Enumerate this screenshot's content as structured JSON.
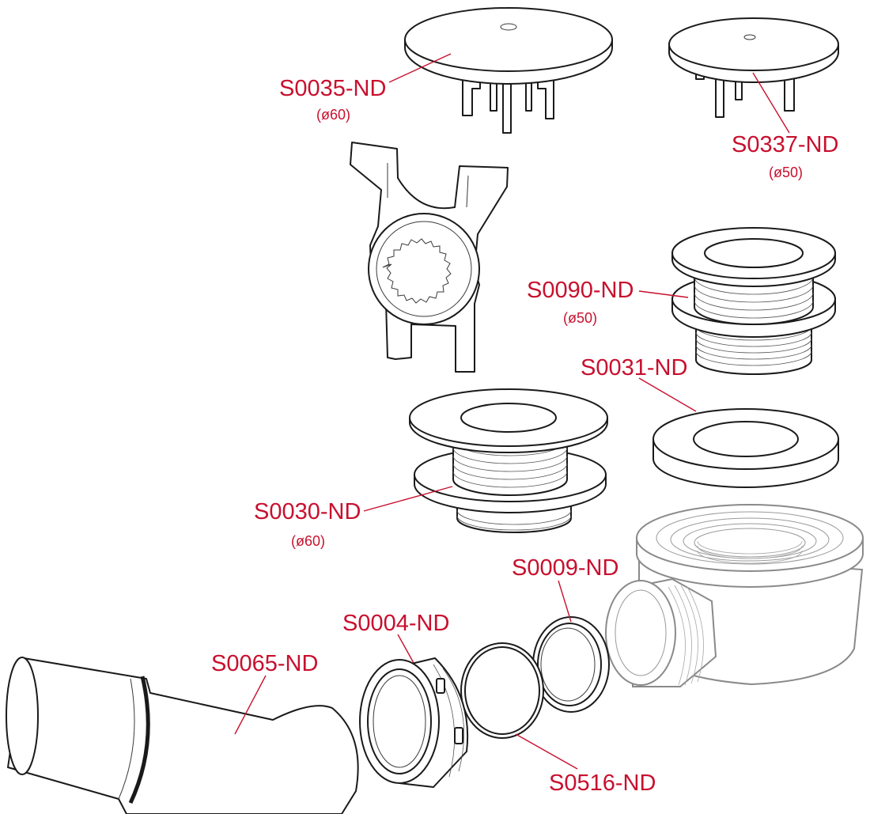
{
  "colors": {
    "label": "#c8102e",
    "line_art": "#1a1a1a",
    "background_art": "#8a8a8a"
  },
  "labels": {
    "s0035": {
      "code": "S0035-ND",
      "diameter": "(ø60)"
    },
    "s0337": {
      "code": "S0337-ND",
      "diameter": "(ø50)"
    },
    "s0090": {
      "code": "S0090-ND",
      "diameter": "(ø50)"
    },
    "s0031": {
      "code": "S0031-ND"
    },
    "s0030": {
      "code": "S0030-ND",
      "diameter": "(ø60)"
    },
    "s0009": {
      "code": "S0009-ND"
    },
    "s0004": {
      "code": "S0004-ND"
    },
    "s0065": {
      "code": "S0065-ND"
    },
    "s0516": {
      "code": "S0516-ND"
    }
  }
}
